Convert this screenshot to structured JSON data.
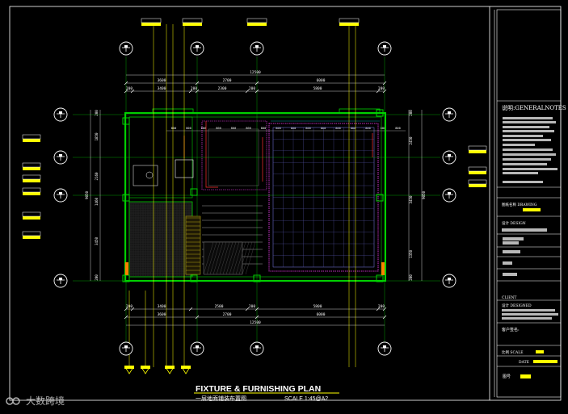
{
  "drawing": {
    "title": "FIXTURE & FURNISHING PLAN",
    "subtitle": "一层地面铺装布置图",
    "scale_label": "SCALE 1:45@A2"
  },
  "dims_top": {
    "overall": "12500",
    "row1": [
      "3600",
      "2700",
      "6000"
    ],
    "row2": [
      "200",
      "3400",
      "200",
      "2300",
      "200",
      "5800",
      "200"
    ],
    "inner": [
      "800",
      "800",
      "800",
      "800",
      "800",
      "800",
      "800",
      "800",
      "800",
      "800",
      "800",
      "800",
      "800",
      "800",
      "800",
      "800"
    ]
  },
  "dims_bottom": {
    "row1": [
      "200",
      "3400",
      "2500",
      "200",
      "5800",
      "200"
    ],
    "row2": [
      "3600",
      "2700",
      "6000"
    ],
    "overall": "12500"
  },
  "dims_left": [
    "200",
    "1850",
    "2160",
    "1460",
    "3450",
    "200"
  ],
  "dims_left_total": "9050",
  "dims_right": [
    "200",
    "2450",
    "3450",
    "1350",
    "200"
  ],
  "dims_right_total": "9050",
  "notes_panel": {
    "header": "说明:GENERALNOTES",
    "section_a": "图纸名称 DRAWING",
    "section_b": "设计 DESIGN",
    "section_c": "CLIENT",
    "section_d": "设计 DESIGNED",
    "section_e": "客户签名:",
    "section_f": "比例 SCALE",
    "section_g": "DATE",
    "section_h": "图号"
  },
  "watermark": {
    "brand": "大数跨境"
  },
  "colors": {
    "wall": "#00d000",
    "accent": "#ffff00",
    "callout": "#ffffff",
    "hatch": "#b0a010",
    "room_magenta": "#ff40ff",
    "dim_green": "#00c000",
    "red": "#ff3030",
    "cyan": "#00c0c0"
  }
}
